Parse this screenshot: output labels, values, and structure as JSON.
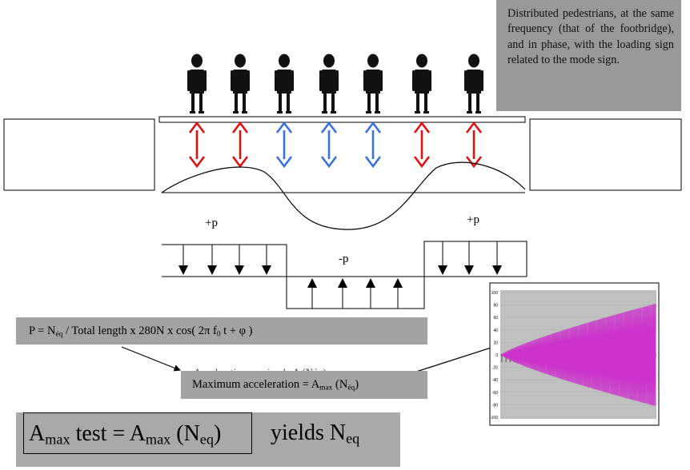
{
  "note": {
    "text": "Distributed pedestrians, at the same frequency (that of the footbridge), and in phase, with the loading sign related to the mode sign."
  },
  "load_labels": {
    "left": "+p",
    "center": "-p",
    "right": "+p"
  },
  "formula": {
    "prefix": "P = N",
    "sub": "éq",
    "suffix": " / Total length x 280N x cos( 2π f",
    "sub2": "0",
    "suffix2": " t + φ )"
  },
  "hidden_text": "Acceleration maximale A (Néq)",
  "max_acceleration": {
    "prefix": "Maximum acceleration = A",
    "sub": "max",
    "mid": " (N",
    "sub2": "éq",
    "suffix": ")"
  },
  "result": {
    "a": "A",
    "a_sub": "max",
    "test": " test = A",
    "a2_sub": "max",
    "neq": " (N",
    "neq_sub": "eq",
    "close": ")",
    "yields": "yields N",
    "yields_sub": "eq"
  },
  "diagram": {
    "pedestrian_count": 7,
    "arrow_colors": [
      "#e01010",
      "#e01010",
      "#3a6fe0",
      "#3a6fe0",
      "#3a6fe0",
      "#e01010",
      "#e01010"
    ],
    "red": "#e01010",
    "blue": "#3a6fe0"
  },
  "chart_data": {
    "type": "line",
    "title": "",
    "ylim": [
      -100,
      100
    ],
    "yticks": [
      "100",
      "80",
      "60",
      "40",
      "20",
      "0",
      "-20",
      "-40",
      "-60",
      "-80",
      "-100"
    ],
    "series_color": "#cc33cc",
    "plot_background": "#c0c0c0",
    "envelope": {
      "start_amplitude": 0,
      "end_amplitude": 82
    },
    "grid": true
  }
}
